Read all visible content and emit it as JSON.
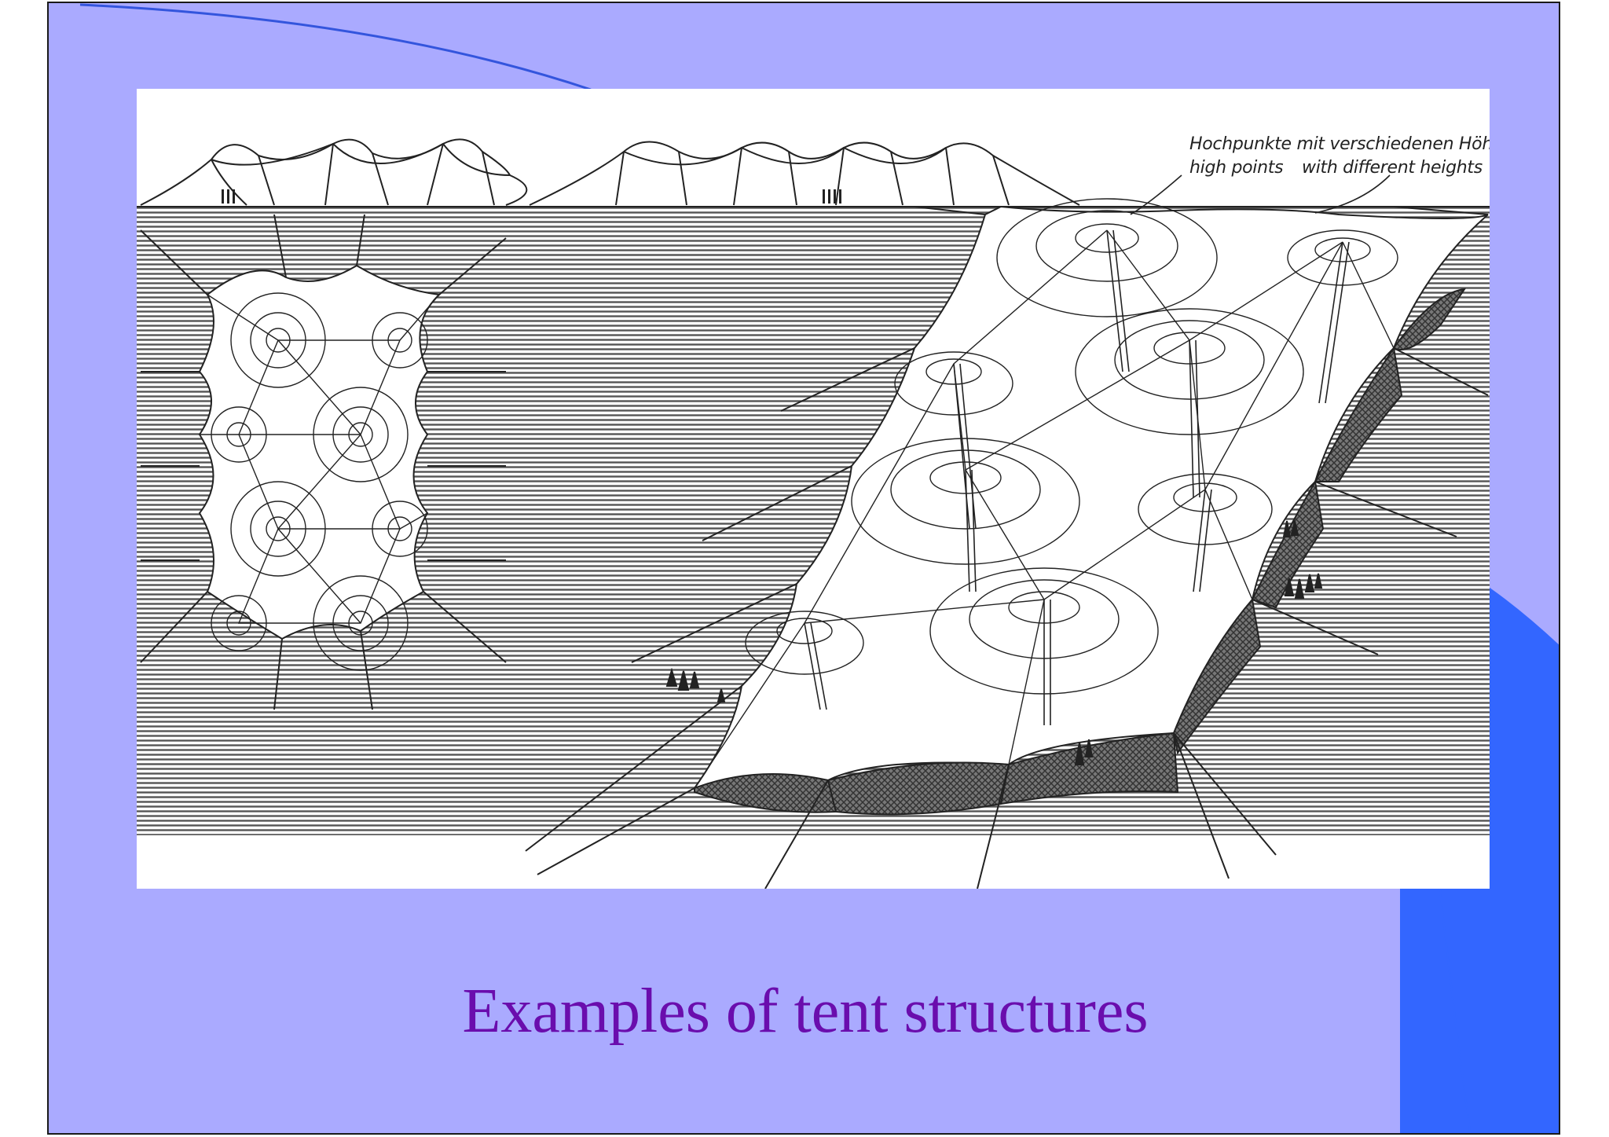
{
  "slide": {
    "background_color": "#aaaaff",
    "accent_color": "#3366ff",
    "caption": "Examples of tent structures",
    "caption_color": "#6a0dad"
  },
  "figure": {
    "annotation": {
      "line1_de": "Hochpunkte mit verschiedenen Höhen",
      "line2_en_left": "high points",
      "line2_en_right": "with different heights"
    }
  }
}
